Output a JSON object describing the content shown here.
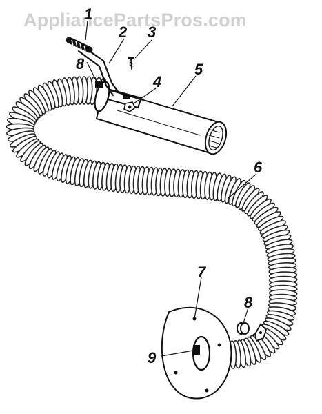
{
  "watermark": "AppliancePartsPros.com",
  "colors": {
    "ink": "#111111",
    "watermark": "#d0d0d0",
    "background": "#ffffff"
  },
  "callouts": [
    "1",
    "2",
    "3",
    "4",
    "5",
    "6",
    "7",
    "8",
    "9",
    "8"
  ]
}
